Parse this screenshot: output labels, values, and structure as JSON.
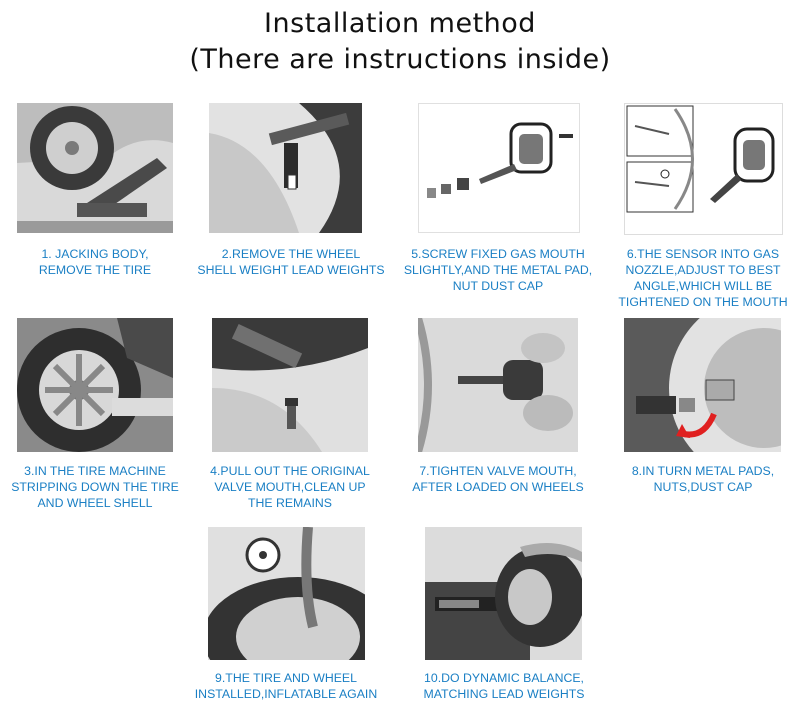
{
  "title": {
    "line1": "Installation method",
    "line2": "(There are instructions inside)"
  },
  "steps": [
    {
      "lines": [
        "1. JACKING BODY,",
        "REMOVE THE TIRE"
      ]
    },
    {
      "lines": [
        "2.REMOVE THE WHEEL",
        "SHELL WEIGHT LEAD WEIGHTS"
      ]
    },
    {
      "lines": [
        "5.SCREW FIXED GAS MOUTH",
        "SLIGHTLY,AND THE METAL PAD,",
        "NUT DUST CAP"
      ]
    },
    {
      "lines": [
        "6.THE SENSOR INTO GAS",
        "NOZZLE,ADJUST TO BEST",
        "ANGLE,WHICH WILL BE",
        "TIGHTENED ON THE MOUTH"
      ]
    },
    {
      "lines": [
        "3.IN THE TIRE MACHINE",
        "STRIPPING DOWN THE TIRE",
        "AND WHEEL SHELL"
      ]
    },
    {
      "lines": [
        "4.PULL OUT THE ORIGINAL",
        "VALVE MOUTH,CLEAN UP",
        "THE REMAINS"
      ]
    },
    {
      "lines": [
        "7.TIGHTEN VALVE MOUTH,",
        "AFTER LOADED ON WHEELS"
      ]
    },
    {
      "lines": [
        "8.IN TURN METAL PADS,",
        "NUTS,DUST CAP"
      ]
    },
    {
      "lines": [
        "9.THE TIRE AND WHEEL",
        "INSTALLED,INFLATABLE AGAIN"
      ]
    },
    {
      "lines": [
        "10.DO DYNAMIC BALANCE,",
        "MATCHING LEAD WEIGHTS"
      ]
    }
  ],
  "colors": {
    "caption": "#1a7fc4",
    "arrow": "#e02020"
  }
}
